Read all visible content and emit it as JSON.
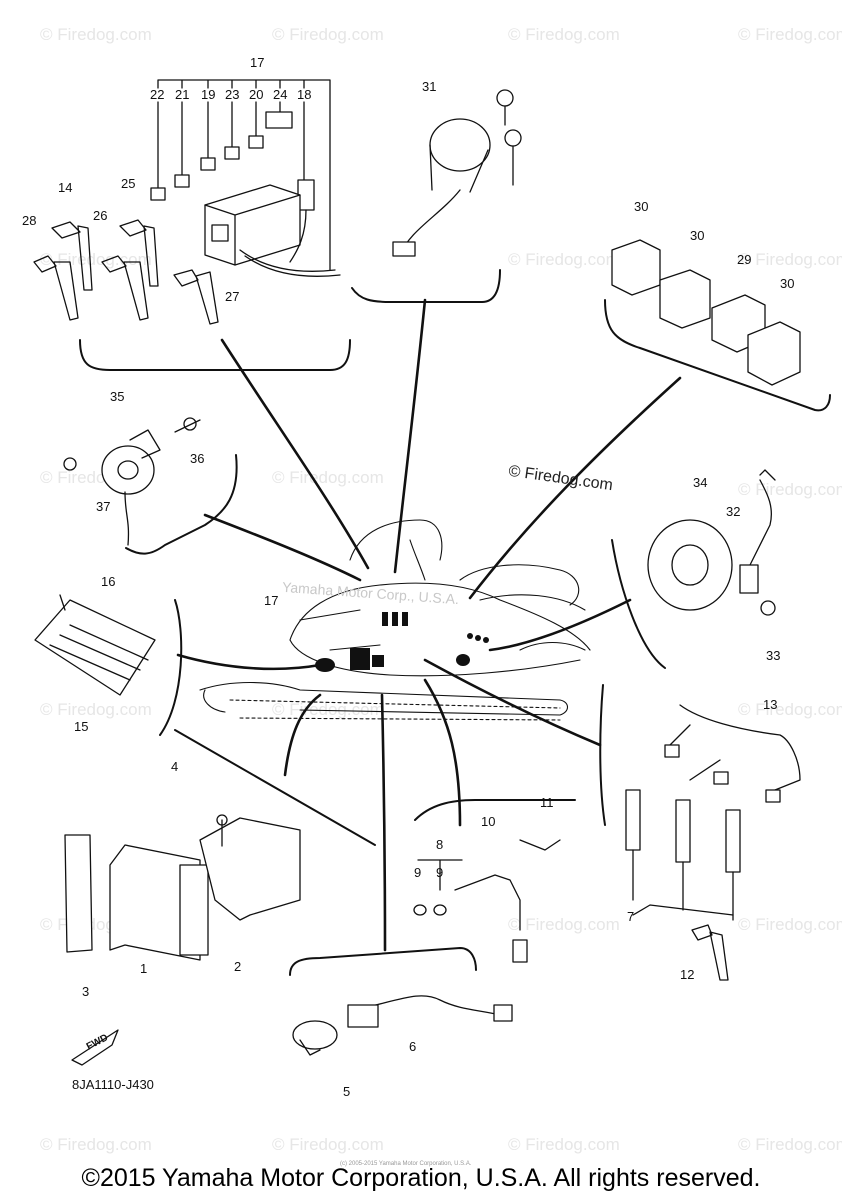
{
  "watermarks": {
    "firedog": "© Firedog.com",
    "center": "© Firedog.com",
    "yamaha": "Yamaha Motor Corp., U.S.A."
  },
  "callouts": {
    "c17": "17",
    "c22": "22",
    "c21": "21",
    "c19": "19",
    "c23": "23",
    "c20": "20",
    "c24": "24",
    "c18": "18",
    "c31": "31",
    "c14": "14",
    "c25": "25",
    "c28": "28",
    "c26": "26",
    "c27": "27",
    "c30a": "30",
    "c30b": "30",
    "c29": "29",
    "c30c": "30",
    "c35": "35",
    "c36": "36",
    "c37": "37",
    "c34": "34",
    "c32": "32",
    "c33": "33",
    "c16": "16",
    "c17b": "17",
    "c15": "15",
    "c13": "13",
    "c4": "4",
    "c8": "8",
    "c10": "10",
    "c11": "11",
    "c9a": "9",
    "c9b": "9",
    "c1": "1",
    "c2": "2",
    "c3": "3",
    "c7": "7",
    "c12": "12",
    "c6": "6",
    "c5": "5"
  },
  "fwd_label": "FWD",
  "part_code": "8JA1110-J430",
  "tiny_copyright": "(c) 2005-2015 Yamaha Motor Corporation, U.S.A.",
  "footer": "©2015 Yamaha Motor Corporation, U.S.A. All rights reserved."
}
